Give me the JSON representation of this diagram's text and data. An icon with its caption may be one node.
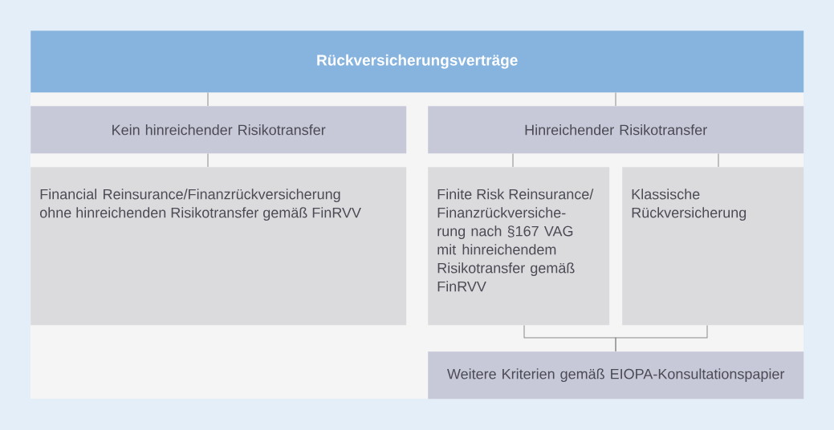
{
  "diagram": {
    "nodes": [
      {
        "text": [
          "Rückversicherungsverträge"
        ]
      },
      {
        "text": [
          "Kein hinreichender Risikotransfer"
        ]
      },
      {
        "text": [
          "Hinreichender Risikotransfer"
        ]
      },
      {
        "text": [
          "Financial Reinsurance/Finanzrückversicherung ohne hinreichenden Risikotransfer gemäß FinRVV"
        ]
      },
      {
        "text": [
          "Finite Risk Reinsurance/ Finanzrückversiche- rung nach §167 VAG mit hinreichendem Risikotransfer gemäß FinRVV"
        ]
      },
      {
        "text": [
          "Klassische Rückversicherung"
        ]
      },
      {
        "text": [
          "Weitere Kriterien gemäß EIOPA-Konsultationspapier"
        ]
      }
    ],
    "edges": [
      {
        "from": 0,
        "to": 1,
        "arrow": "none"
      },
      {
        "from": 0,
        "to": 2,
        "arrow": "none"
      },
      {
        "from": 1,
        "to": 3,
        "arrow": "none"
      },
      {
        "from": 2,
        "to": 4,
        "arrow": "none"
      },
      {
        "from": 2,
        "to": 5,
        "arrow": "none"
      },
      {
        "from": 4,
        "to": 6,
        "arrow": "none"
      },
      {
        "from": 5,
        "to": 6,
        "arrow": "none"
      }
    ]
  }
}
